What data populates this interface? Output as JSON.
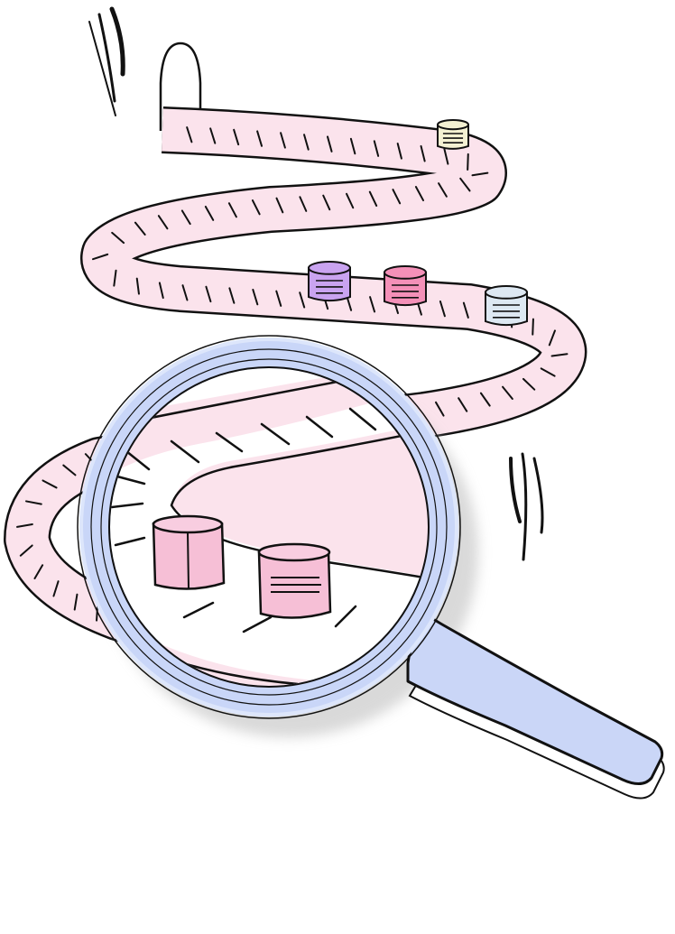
{
  "colors": {
    "background": "#ffffff",
    "road_fill": "#fbe3ec",
    "road_outline": "#111111",
    "lens_frame": "#c9d6f8",
    "lens_frame_light": "#dde6fb",
    "handle": "#cad6f7",
    "package_cream": "#f4f1d2",
    "package_purple": "#c9a3f0",
    "package_pink": "#f490b8",
    "package_lightblue": "#dde8f2",
    "package_magnified": "#f6bfd6",
    "shadow": "#bdbdbd"
  },
  "illustration": {
    "subject": "magnifying-glass-over-winding-conveyor",
    "packages_on_road": [
      "package_cream",
      "package_purple",
      "package_pink",
      "package_lightblue"
    ],
    "packages_magnified": [
      "package_magnified",
      "package_magnified"
    ]
  }
}
